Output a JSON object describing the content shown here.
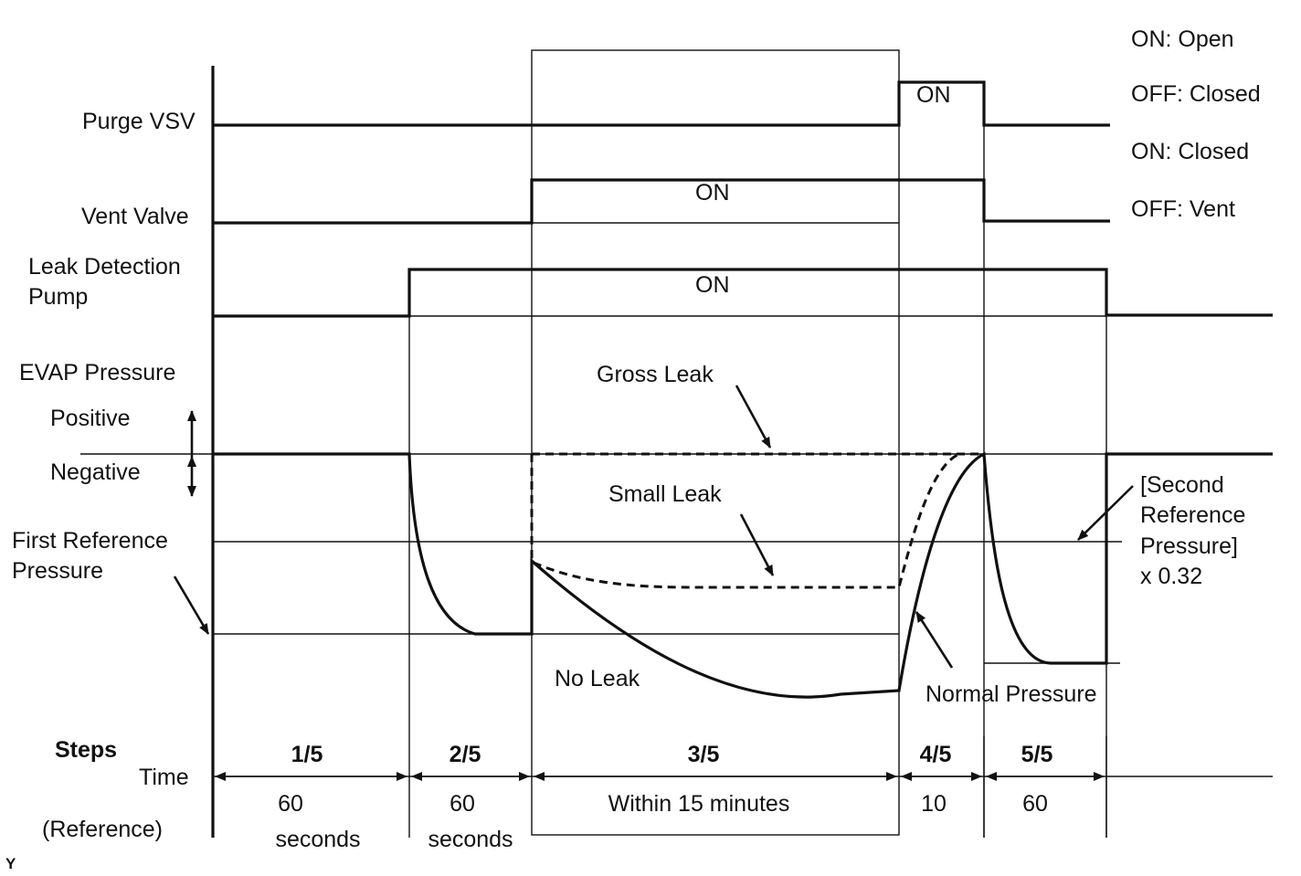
{
  "legend": {
    "purge_on": "ON: Open",
    "purge_off": "OFF: Closed",
    "vent_on": "ON: Closed",
    "vent_off": "OFF: Vent"
  },
  "signals": {
    "purge_vsv": "Purge VSV",
    "vent_valve": "Vent Valve",
    "pump_line1": "Leak Detection",
    "pump_line2": "Pump",
    "on_label": "ON"
  },
  "pressure": {
    "title": "EVAP Pressure",
    "positive": "Positive",
    "negative": "Negative",
    "first_ref_line1": "First Reference",
    "first_ref_line2": "Pressure",
    "gross_leak": "Gross Leak",
    "small_leak": "Small Leak",
    "no_leak": "No Leak",
    "normal_pressure": "Normal Pressure",
    "second_ref_line1": "[Second",
    "second_ref_line2": "Reference",
    "second_ref_line3": "Pressure]",
    "second_ref_line4": "x 0.32"
  },
  "timeline": {
    "steps_label": "Steps",
    "time_label": "Time",
    "reference_label": "(Reference)",
    "steps": [
      {
        "step": "1/5",
        "time": "60",
        "unit": "seconds"
      },
      {
        "step": "2/5",
        "time": "60",
        "unit": "seconds"
      },
      {
        "step": "3/5",
        "time": "Within 15 minutes",
        "unit": ""
      },
      {
        "step": "4/5",
        "time": "10",
        "unit": ""
      },
      {
        "step": "5/5",
        "time": "60",
        "unit": ""
      }
    ]
  },
  "footer": {
    "code": "Y"
  }
}
